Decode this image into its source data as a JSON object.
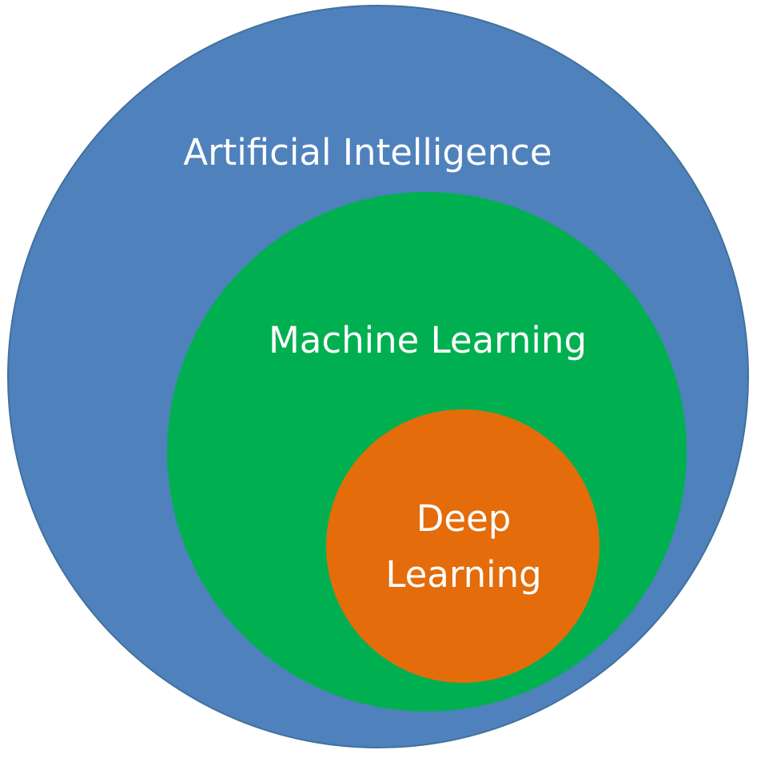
{
  "diagram": {
    "outer": {
      "label": "Artificial Intelligence",
      "color": "#4f81bd"
    },
    "middle": {
      "label": "Machine Learning",
      "color": "#00b050"
    },
    "inner": {
      "label_line1": "Deep",
      "label_line2": "Learning",
      "color": "#e46c0a"
    }
  }
}
